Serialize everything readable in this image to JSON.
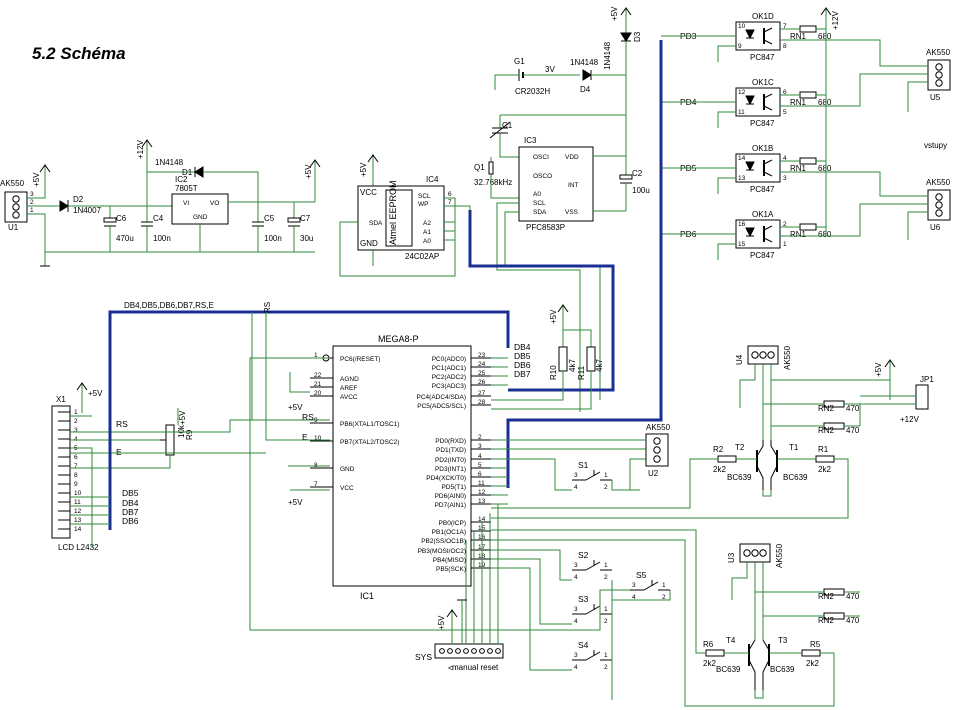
{
  "title": "5.2  Schéma",
  "vstupy": "vstupy",
  "supplies": {
    "p5v": "+5V",
    "p12v": "+12V"
  },
  "power": {
    "u1": "U1",
    "ak550": "AK550",
    "d2": "D2",
    "d2v": "1N4007",
    "c6": "C6",
    "c6v": "470u",
    "c4": "C4",
    "c4v": "100n",
    "d1": "D1",
    "d1v": "1N4148",
    "ic2": "IC2",
    "ic2v": "7805T",
    "vi": "VI",
    "vo": "VO",
    "gnd": "GND",
    "c5": "C5",
    "c5v": "100n",
    "c7": "C7",
    "c7v": "30u"
  },
  "eeprom": {
    "ic4": "IC4",
    "value": "24C02AP",
    "vcc": "VCC",
    "gnd": "GND",
    "sda": "SDA",
    "scl": "SCL",
    "wp": "WP",
    "a2": "A2",
    "a1": "A1",
    "a0": "A0",
    "watermark": "Atmel EEPROM"
  },
  "rtc": {
    "g1": "G1",
    "g1v": "3V",
    "battery": "CR2032H",
    "d4": "D4",
    "d4v": "1N4148",
    "d3": "D3",
    "d3v": "1N4148",
    "c1": "C1",
    "q1": "Q1",
    "q1v": "32.768kHz",
    "ic3": "IC3",
    "ic3v": "PFC8583P",
    "osci": "OSCI",
    "osco": "OSCO",
    "vdd": "VDD",
    "int": "INT",
    "vss": "VSS",
    "a0": "A0",
    "scl": "SCL",
    "sda": "SDA",
    "c2": "C2",
    "c2v": "100u"
  },
  "opto": [
    {
      "name": "OK1D",
      "port": "PD3",
      "rn": "RN1",
      "val": "680",
      "part": "PC847"
    },
    {
      "name": "OK1C",
      "port": "PD4",
      "rn": "RN1",
      "val": "680",
      "part": "PC847"
    },
    {
      "name": "OK1B",
      "port": "PD5",
      "rn": "RN1",
      "val": "680",
      "part": "PC847"
    },
    {
      "name": "OK1A",
      "port": "PD6",
      "rn": "RN1",
      "val": "680",
      "part": "PC847"
    }
  ],
  "terms": {
    "u5": "U5",
    "u6": "U6",
    "u2": "U2",
    "u3": "U3",
    "u4": "U4",
    "ak": "AK550"
  },
  "bus_label": "DB4,DB5,DB6,DB7,RS,E",
  "rs": "RS",
  "e": "E",
  "lcd": {
    "x1": "X1",
    "name": "LCD L2432",
    "rs": "RS",
    "e": "E",
    "db5": "DB5",
    "db4": "DB4",
    "db7": "DB7",
    "db6": "DB6",
    "r9": "R9",
    "r9v": "10k"
  },
  "mcu": {
    "name": "MEGA8-P",
    "ic1": "IC1",
    "left": [
      "PC6(/RESET)",
      "AGND",
      "AREF",
      "AVCC",
      "PB6(XTAL1/TOSC1)",
      "PB7(XTAL2/TOSC2)",
      "GND",
      "VCC"
    ],
    "right": [
      "PC0(ADC0)",
      "PC1(ADC1)",
      "PC2(ADC2)",
      "PC3(ADC3)",
      "PC4(ADC4/SDA)",
      "PC5(ADC5/SCL)",
      "PD0(RXD)",
      "PD1(TXD)",
      "PD2(INT0)",
      "PD3(INT1)",
      "PD4(XCK/T0)",
      "PD5(T1)",
      "PD6(AIN0)",
      "PD7(AIN1)",
      "PB0(ICP)",
      "PB1(OC1A)",
      "PB2(SS/OC1B)",
      "PB3(MOSI/OC2)",
      "PB4(MISO)",
      "PB5(SCK)"
    ],
    "db": [
      "DB4",
      "DB5",
      "DB6",
      "DB7"
    ]
  },
  "pullups": {
    "r10": "R10",
    "r11": "R11",
    "val": "4k7"
  },
  "switches": [
    "S1",
    "S2",
    "S3",
    "S4",
    "S5"
  ],
  "sys": {
    "name": "SYS",
    "reset": "manual reset"
  },
  "outputs": {
    "jp1": "JP1",
    "rn2": "RN2",
    "v470": "470",
    "t1": "T1",
    "t2": "T2",
    "t3": "T3",
    "t4": "T4",
    "tv": "BC639",
    "r1": "R1",
    "r2": "R2",
    "r5": "R5",
    "r6": "R6",
    "rv": "2k2"
  }
}
